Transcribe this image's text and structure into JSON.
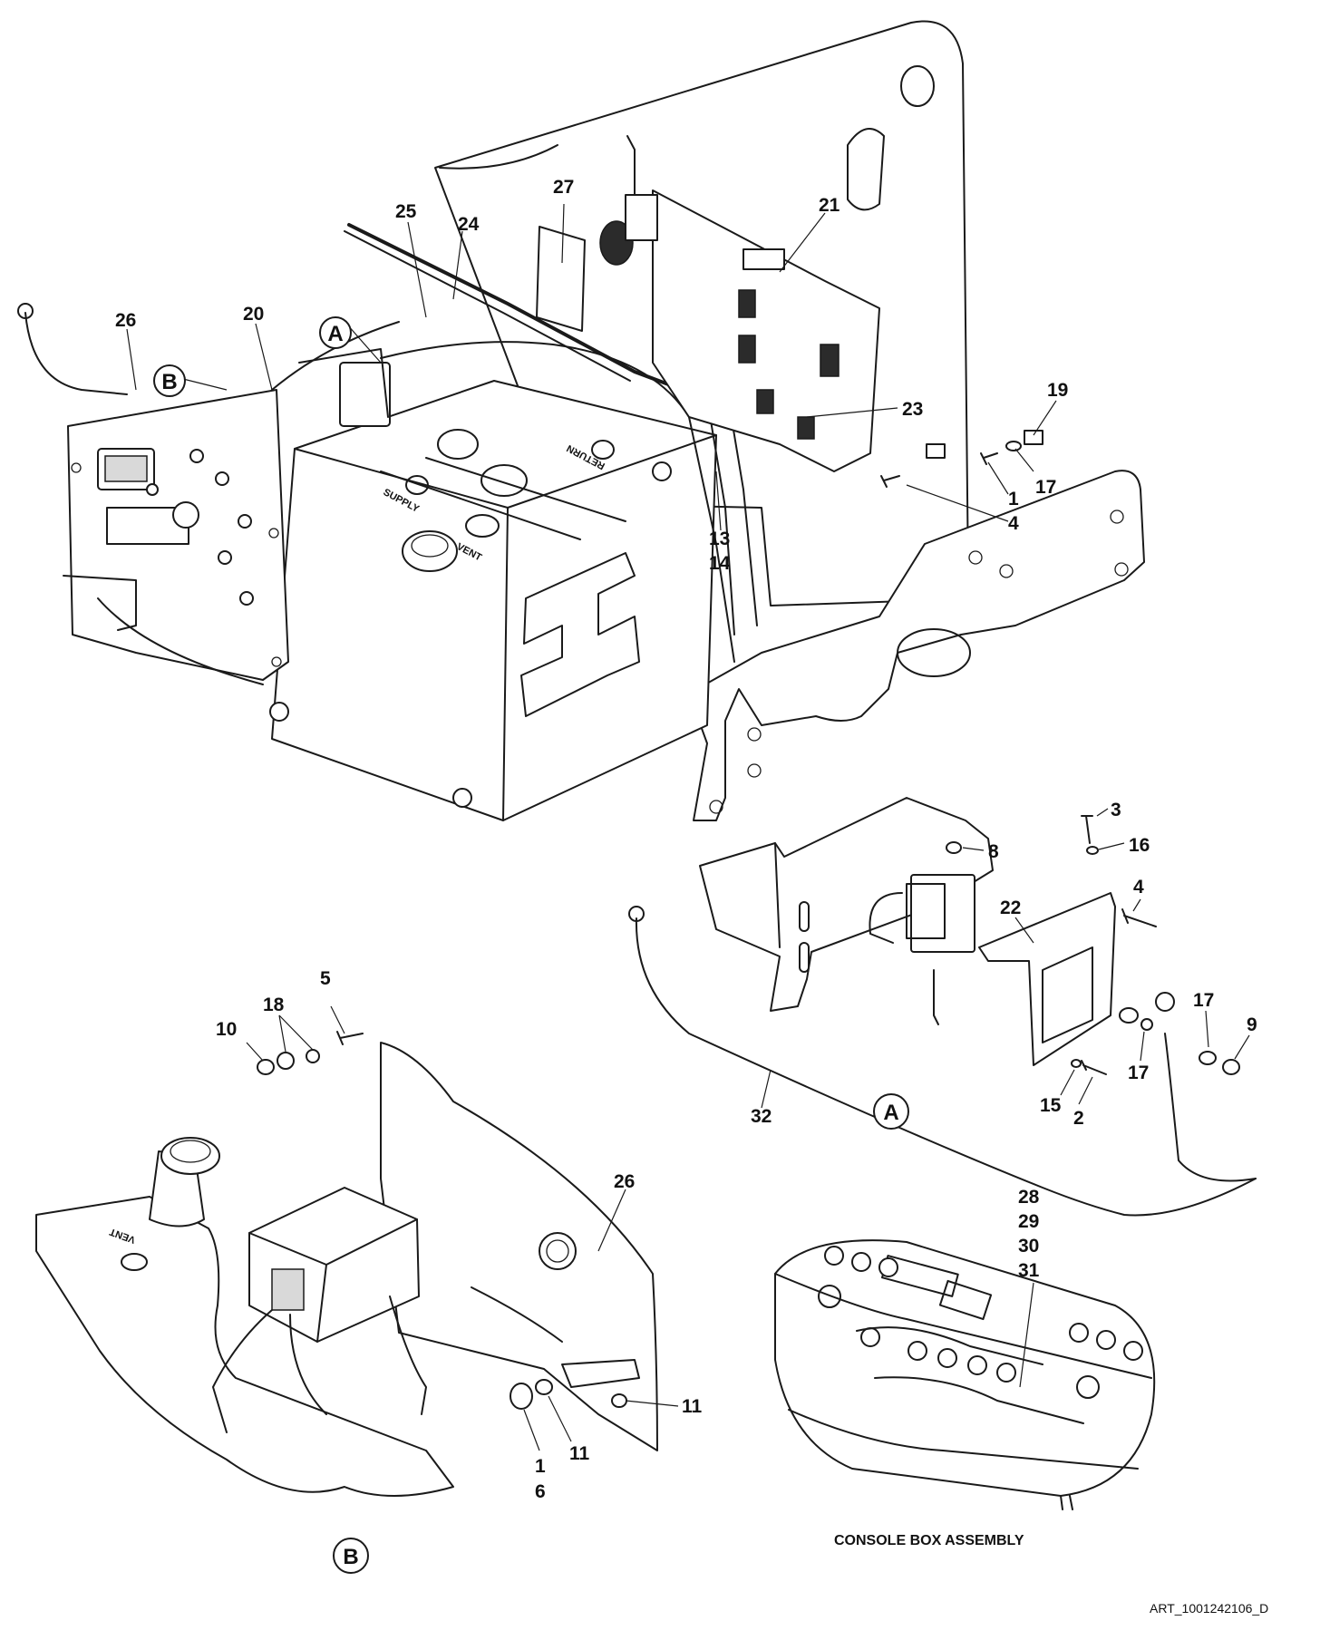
{
  "callouts": {
    "c1": "1",
    "c2": "2",
    "c3": "3",
    "c4": "4",
    "c5": "5",
    "c6": "6",
    "c8": "8",
    "c9": "9",
    "c10": "10",
    "c11": "11",
    "c13": "13",
    "c14": "14",
    "c15": "15",
    "c16": "16",
    "c17": "17",
    "c18": "18",
    "c19": "19",
    "c20": "20",
    "c21": "21",
    "c22": "22",
    "c23": "23",
    "c24": "24",
    "c25": "25",
    "c26": "26",
    "c27": "27",
    "c28": "28",
    "c29": "29",
    "c30": "30",
    "c31": "31",
    "c32": "32"
  },
  "detail_markers": {
    "a": "A",
    "b": "B"
  },
  "tank_labels": {
    "supply": "SUPPLY",
    "vent": "VENT",
    "return": "RETURN"
  },
  "captions": {
    "console_box": "CONSOLE BOX ASSEMBLY",
    "art_number": "ART_1001242106_D"
  }
}
